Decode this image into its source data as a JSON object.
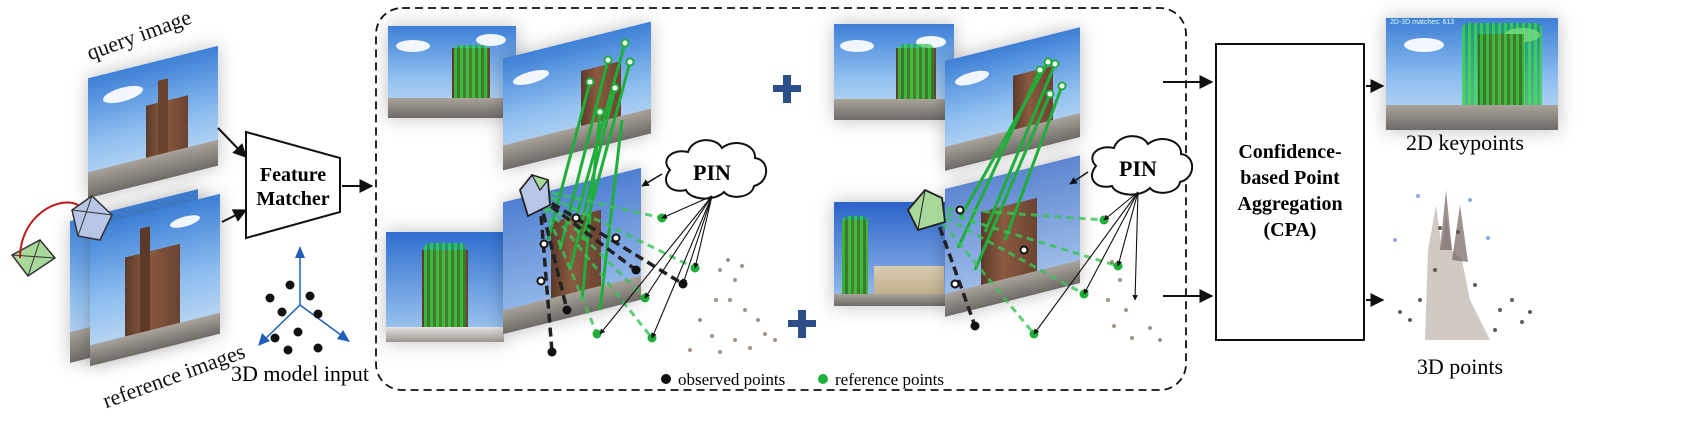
{
  "labels": {
    "query_image": "query image",
    "reference_images": "reference images",
    "feature_matcher_line1": "Feature",
    "feature_matcher_line2": "Matcher",
    "model_input": "3D model input",
    "pin": "PIN",
    "pin_2": "PIN",
    "cpa_line1": "Confidence-",
    "cpa_line2": "based Point",
    "cpa_line3": "Aggregation",
    "cpa_line4": "(CPA)",
    "keypoints_2d": "2D keypoints",
    "points_3d": "3D points",
    "legend_observed": "observed points",
    "legend_reference": "reference points",
    "overlay_caption": "2D-3D matches: 613"
  },
  "colors": {
    "match_line": "#1fae3a",
    "dashed_line": "#39c45a",
    "observed_point": "#000000",
    "reference_point": "#1fae3a",
    "plus_sign": "#2c4f8a",
    "arrow": "#111111",
    "camera_green": "#a8d89a",
    "camera_blue": "#b7c6e6"
  },
  "icons": {
    "plus": "plus-icon",
    "camera": "camera-frustum-icon",
    "cloud": "pin-cloud-shape"
  }
}
